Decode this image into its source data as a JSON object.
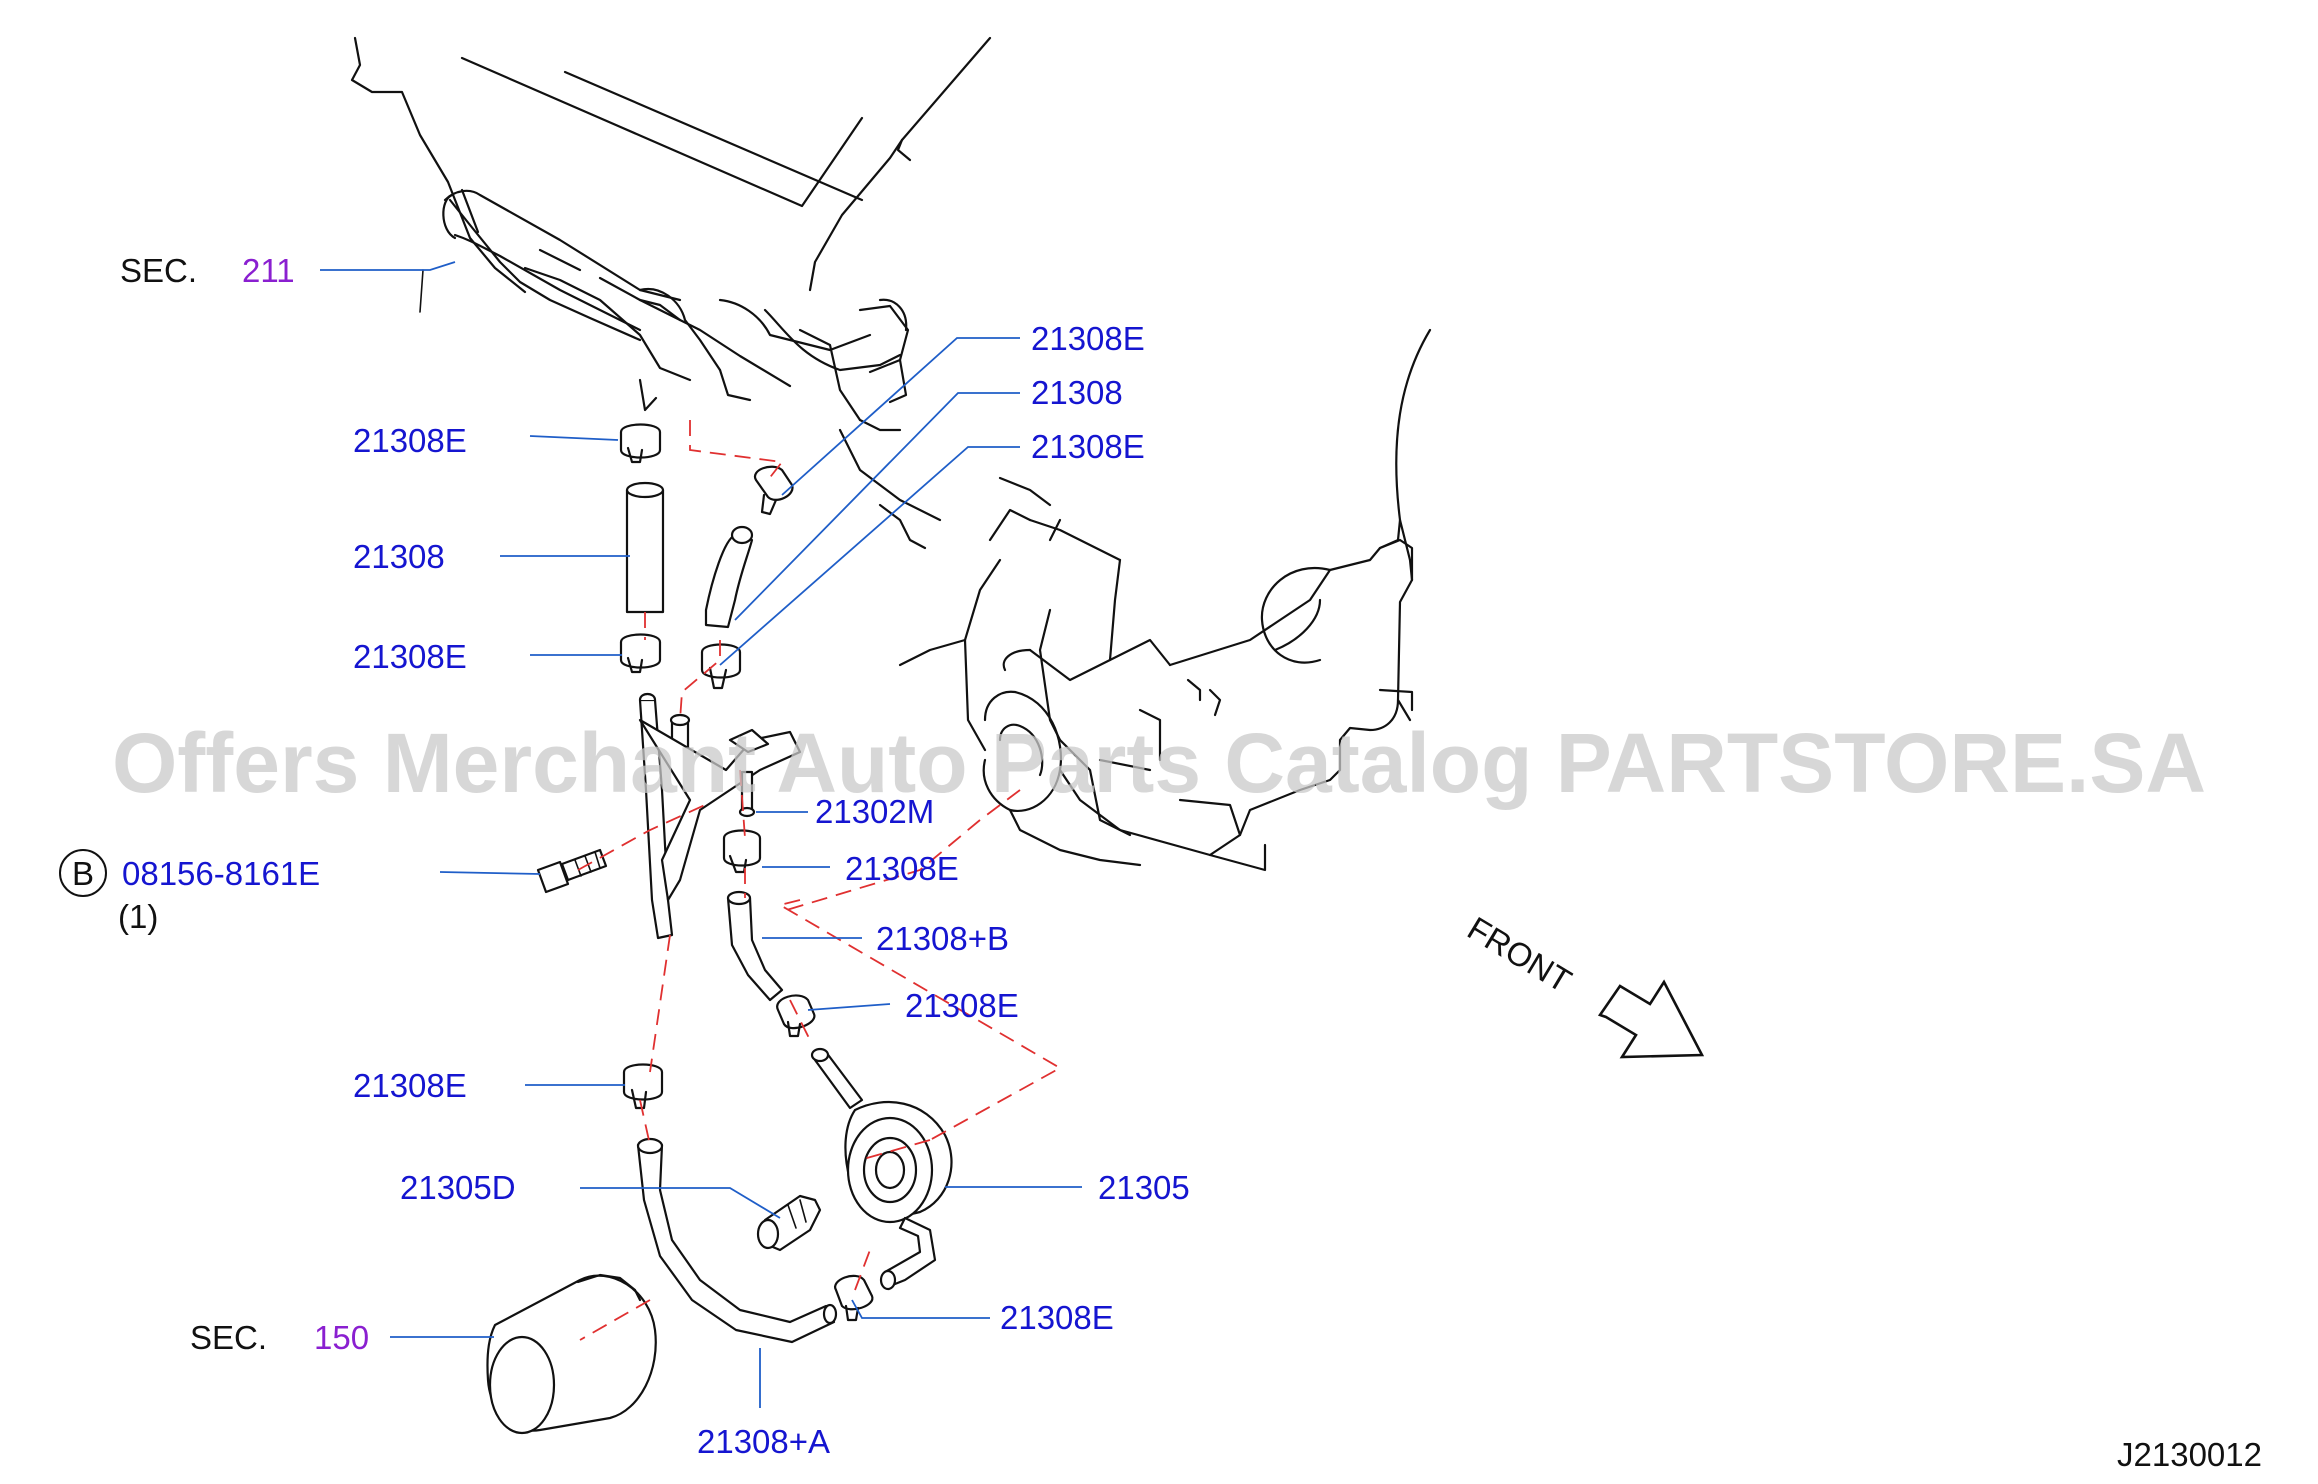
{
  "sections": [
    {
      "prefix": "SEC.",
      "ref": "211"
    },
    {
      "prefix": "SEC.",
      "ref": "150"
    }
  ],
  "callouts": [
    "21308E",
    "21308",
    "21308E",
    "21308E",
    "21308",
    "21308E",
    "21302M",
    "08156-8161E",
    "21308E",
    "21308+B",
    "21308E",
    "21308E",
    "21305",
    "21305D",
    "21308E",
    "21308+A"
  ],
  "bolt_marker": "B",
  "bolt_quantity": "(1)",
  "front_label": "FRONT",
  "diagram_code": "J2130012",
  "watermark": "Offers Merchant Auto Parts Catalog PARTSTORE.SA",
  "colors": {
    "part_number": "#1515d0",
    "section_ref": "#8a1fd0",
    "leader": "#1f5ec8",
    "dashed_guide": "#e03030",
    "outline": "#111111"
  }
}
